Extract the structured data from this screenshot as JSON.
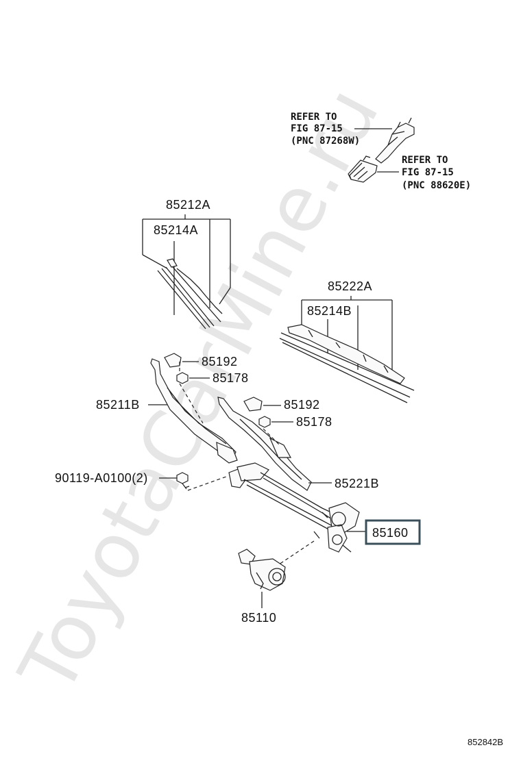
{
  "watermark": "ToyotaCarMine.ru",
  "refer_upper": {
    "line1": "REFER TO",
    "line2": "FIG 87-15",
    "line3": "(PNC 87268W)"
  },
  "refer_lower": {
    "line1": "REFER TO",
    "line2": "FIG 87-15",
    "line3": "(PNC 88620E)"
  },
  "labels": {
    "p85212a": "85212A",
    "p85214a": "85214A",
    "p85222a": "85222A",
    "p85214b": "85214B",
    "p85192_1": "85192",
    "p85178_1": "85178",
    "p85211b": "85211B",
    "p85192_2": "85192",
    "p85178_2": "85178",
    "p90119": "90119-A0100(2)",
    "p85221b": "85221B",
    "p85160": "85160",
    "p85110": "85110"
  },
  "highlight_color": "#3a4f5a",
  "figure_id": "852842B"
}
